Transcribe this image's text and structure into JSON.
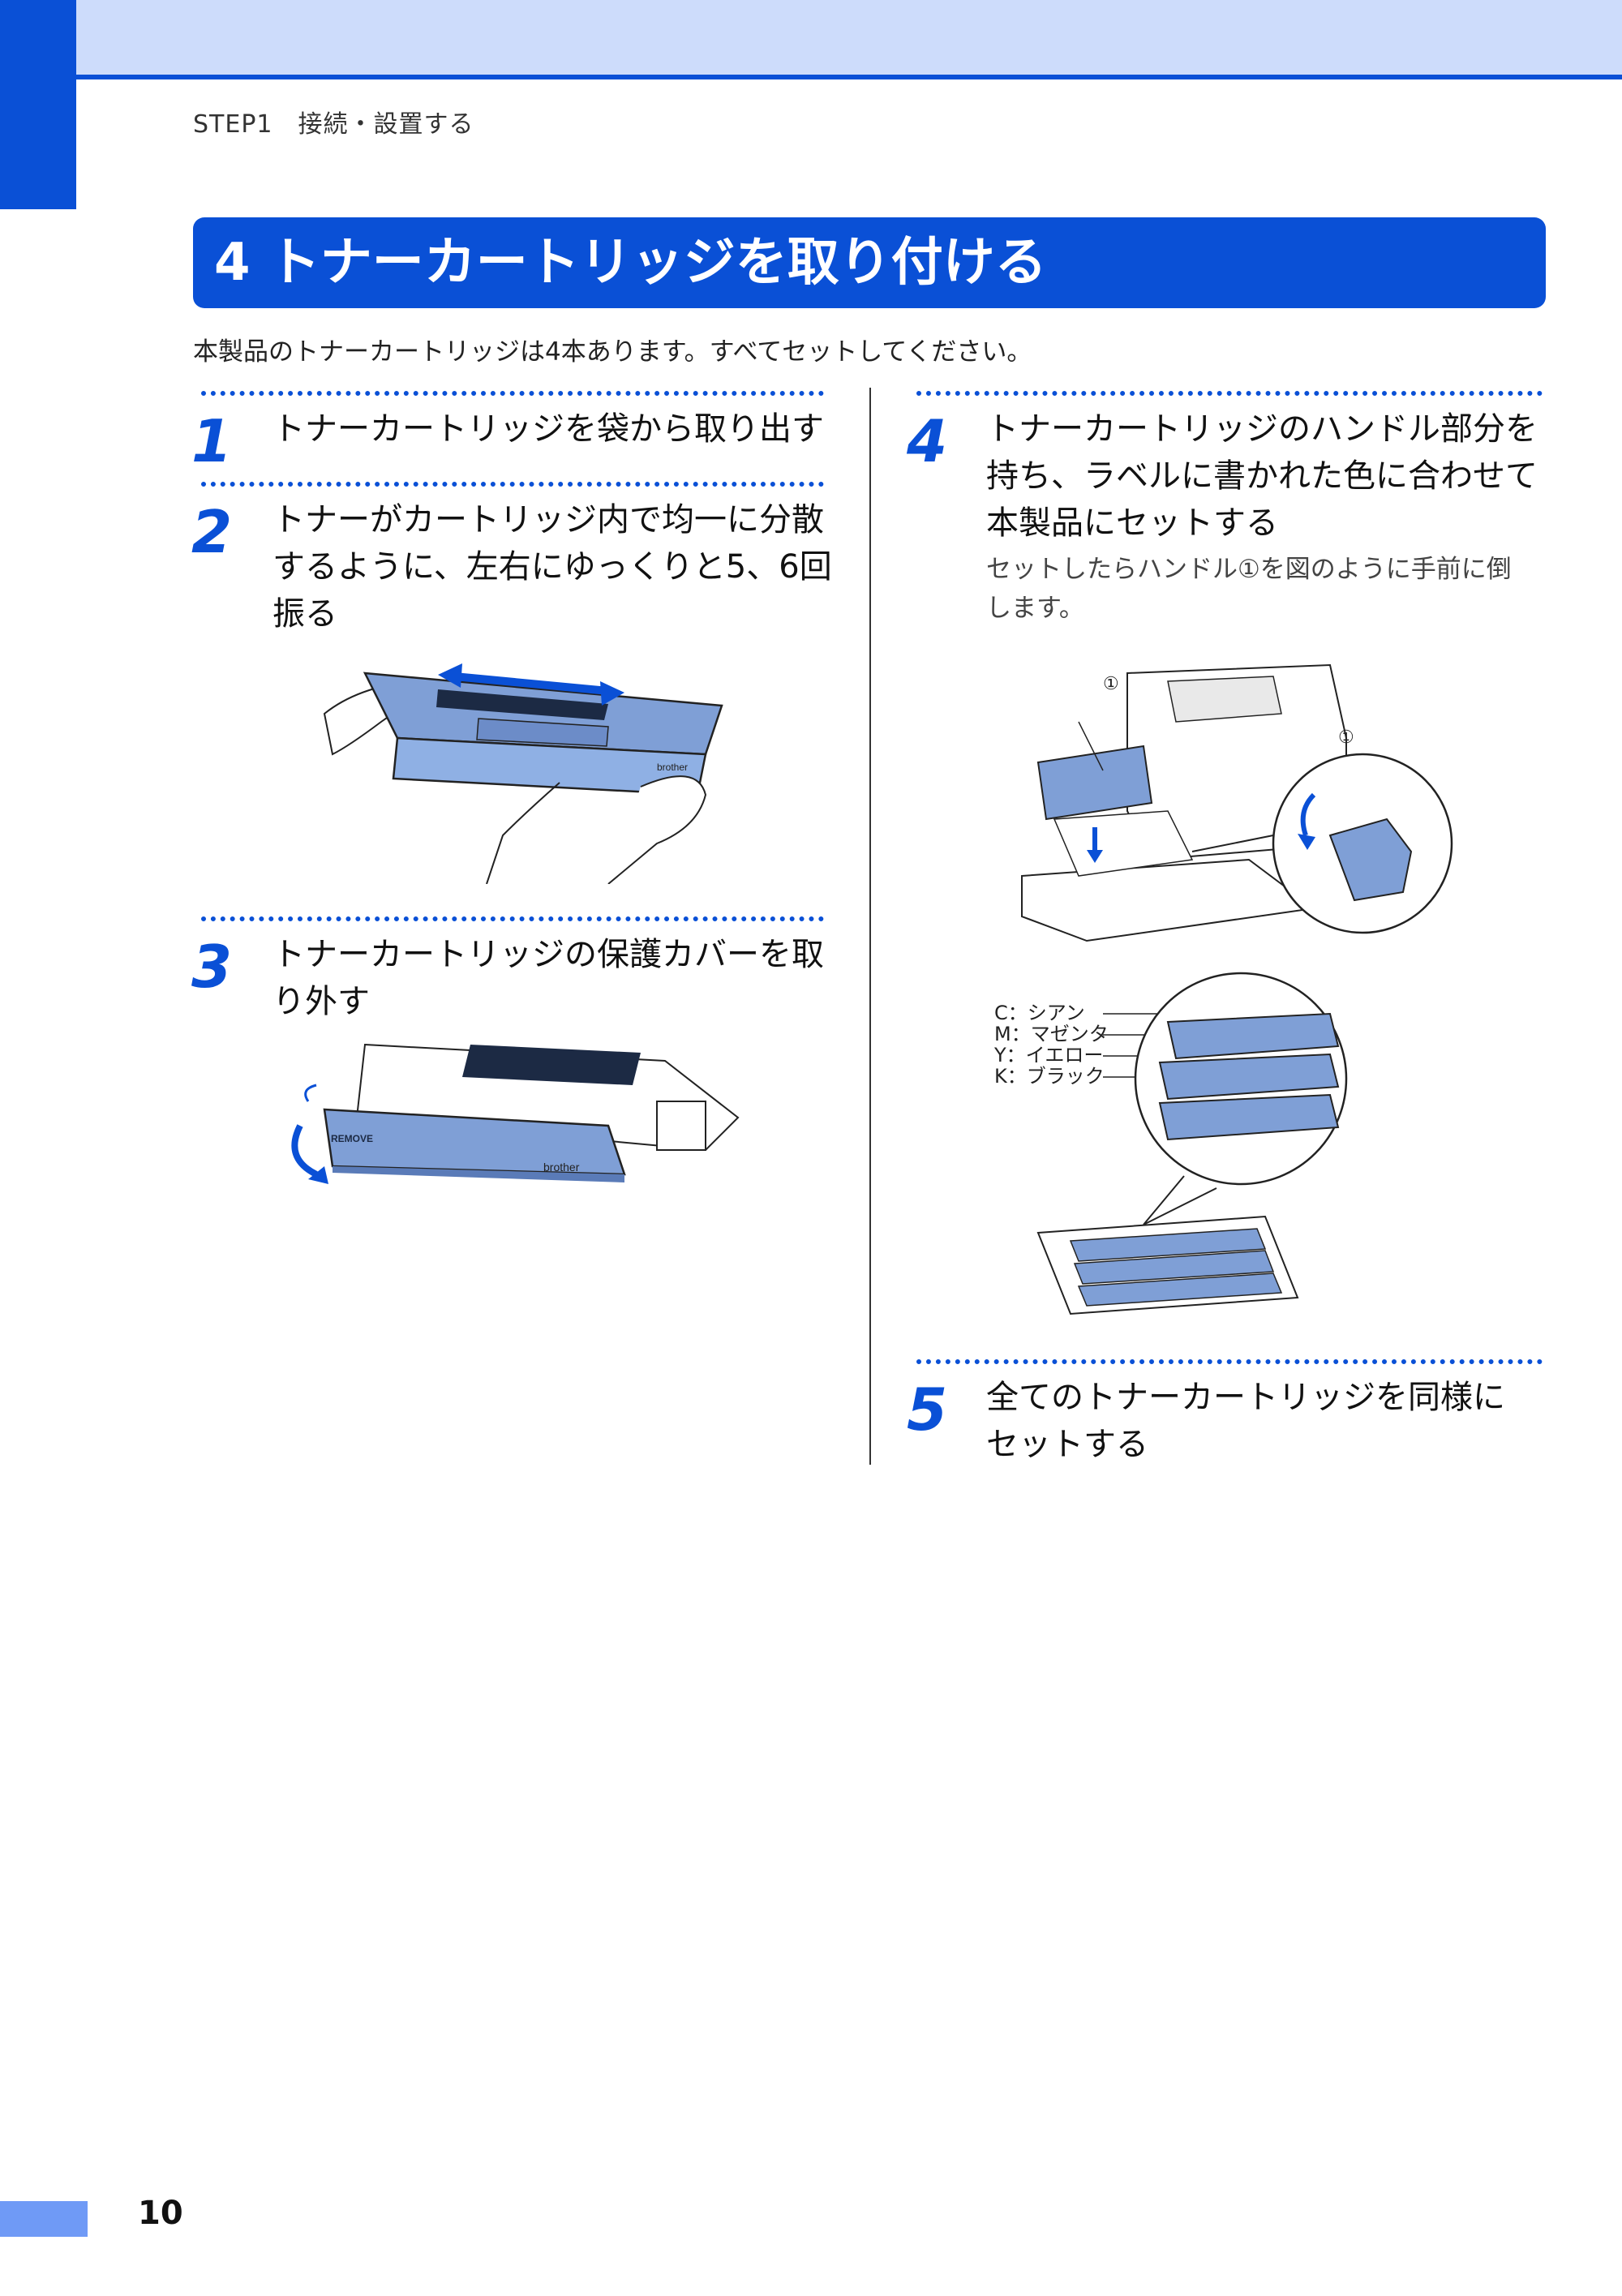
{
  "header": {
    "step_label": "STEP1　接続・設置する"
  },
  "section": {
    "title": "4 トナーカートリッジを取り付ける",
    "intro": "本製品のトナーカートリッジは4本あります。すべてセットしてください。"
  },
  "steps": [
    {
      "number": "1",
      "lines": [
        "トナーカートリッジを袋から取り出す"
      ]
    },
    {
      "number": "2",
      "lines": [
        "トナーがカートリッジ内で均一に分散",
        "するように、左右にゆっくりと5、6回",
        "振る"
      ]
    },
    {
      "number": "3",
      "lines": [
        "トナーカートリッジの保護カバーを取",
        "り外す"
      ]
    },
    {
      "number": "4",
      "lines": [
        "トナーカートリッジのハンドル部分を",
        "持ち、ラベルに書かれた色に合わせて",
        "本製品にセットする"
      ],
      "note_lines": [
        "セットしたらハンドル①を図のように手前に倒",
        "します。"
      ]
    },
    {
      "number": "5",
      "lines": [
        "全てのトナーカートリッジを同様に",
        "セットする"
      ]
    }
  ],
  "figure_labels": {
    "handle_marker": "①",
    "cover_tag": "REMOVE",
    "brand": "brother",
    "colors": [
      "C：シアン",
      "M：マゼンタ",
      "Y：イエロー",
      "K：ブラック"
    ]
  },
  "footer": {
    "page_number": "10"
  },
  "colors": {
    "accent": "#0a50d6",
    "band": "#cddcfb",
    "toner": "#7f9fd6",
    "footer_tab": "#6f9af6"
  }
}
